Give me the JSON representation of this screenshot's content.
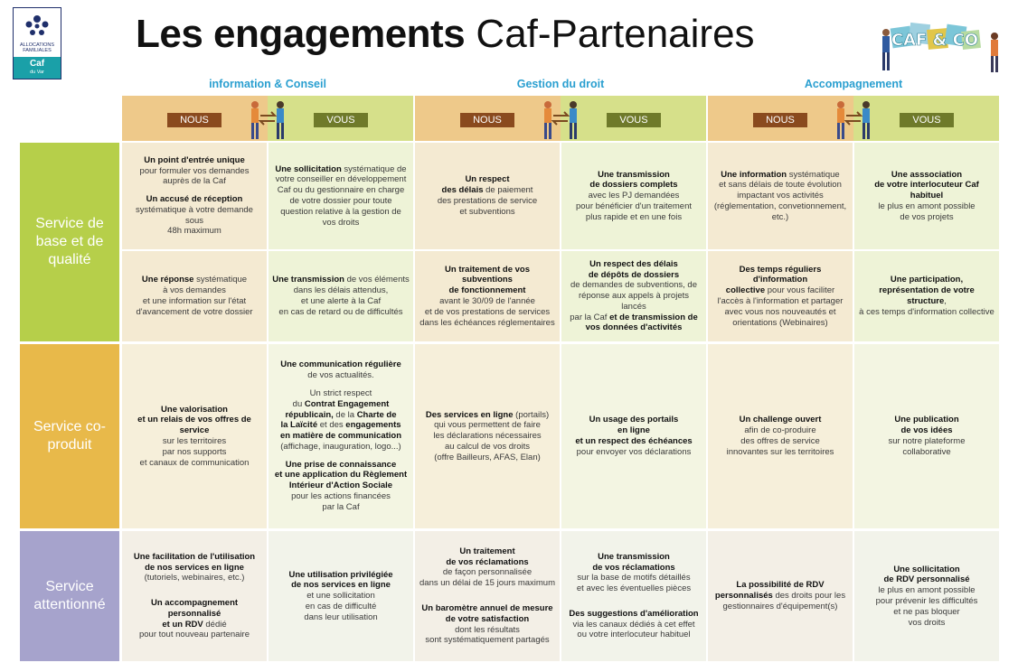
{
  "logo": {
    "line1": "ALLOCATIONS",
    "line2": "FAMILIALES",
    "caf": "Caf",
    "dept": "du Var"
  },
  "title": {
    "bold": "Les engagements",
    "light": "Caf-Partenaires"
  },
  "cafco_logo": {
    "text": "CAF & CO"
  },
  "columns": [
    {
      "label": "information & Conseil"
    },
    {
      "label": "Gestion du droit"
    },
    {
      "label": "Accompagnement"
    }
  ],
  "tags": {
    "nous": "NOUS",
    "vous": "VOUS"
  },
  "rows": [
    {
      "label": "Service de base et de qualité",
      "color": "#b6cf4a"
    },
    {
      "label": "Service co-produit",
      "color": "#e8b94a"
    },
    {
      "label": "Service attentionné",
      "color": "#a6a3cc"
    }
  ]
}
